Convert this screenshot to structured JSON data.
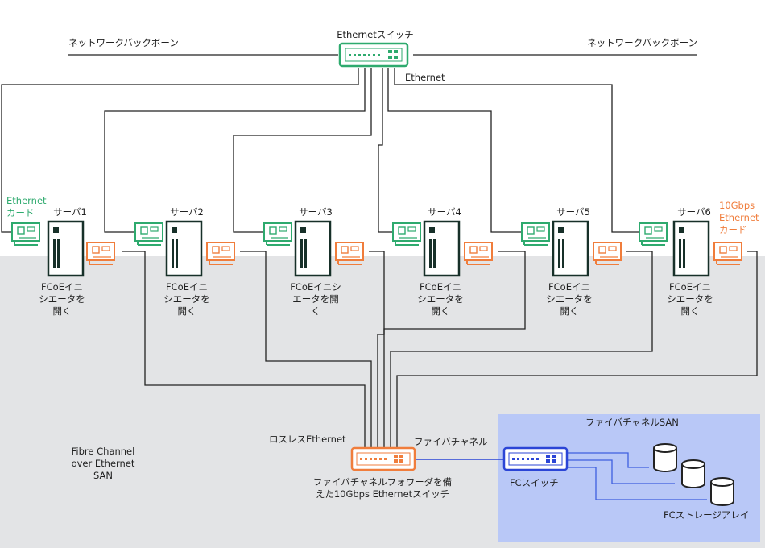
{
  "labels": {
    "switch_top": "Ethernetスイッチ",
    "backbone_left": "ネットワークバックボーン",
    "backbone_right": "ネットワークバックボーン",
    "ethernet": "Ethernet",
    "ethernet_card": "Ethernet\nカード",
    "ten_gbps_card": "10Gbps\nEthernet\nカード",
    "lossless_ethernet": "ロスレスEthernet",
    "fibre_channel_link": "ファイバチャネル",
    "fcoe_switch": "ファイバチャネルフォワーダを備\nえた10Gbps Ethernetスイッチ",
    "fc_switch": "FCスイッチ",
    "fc_san": "ファイバチャネルSAN",
    "fc_storage": "FCストレージアレイ",
    "fcoe_san": "Fibre Channel\nover Ethernet\nSAN"
  },
  "servers": [
    {
      "name": "サーバ1",
      "role": "FCoEイニ\nシエータを\n開く"
    },
    {
      "name": "サーバ2",
      "role": "FCoEイニ\nシエータを\n開く"
    },
    {
      "name": "サーバ3",
      "role": "FCoEイニシ\nエータを開\nく"
    },
    {
      "name": "サーバ4",
      "role": "FCoEイニ\nシエータを\n開く"
    },
    {
      "name": "サーバ5",
      "role": "FCoEイニ\nシエータを\n開く"
    },
    {
      "name": "サーバ6",
      "role": "FCoEイニ\nシエータを\n開く"
    }
  ],
  "colors": {
    "ethernet_green": "#2eaa6e",
    "fcoe_orange": "#f07d3c",
    "fc_blue": "#2b45d6",
    "san_area": "#e3e4e6",
    "fc_san_area": "#b9c8f7",
    "line": "#222222",
    "server_dark": "#173029"
  },
  "icons": {
    "ethernet_switch": "ethernet-switch-icon",
    "server": "server-icon",
    "ethernet_card": "network-card-icon",
    "fcoe_card": "network-card-icon",
    "fc_switch": "fc-switch-icon",
    "storage": "storage-cylinder-icon"
  }
}
